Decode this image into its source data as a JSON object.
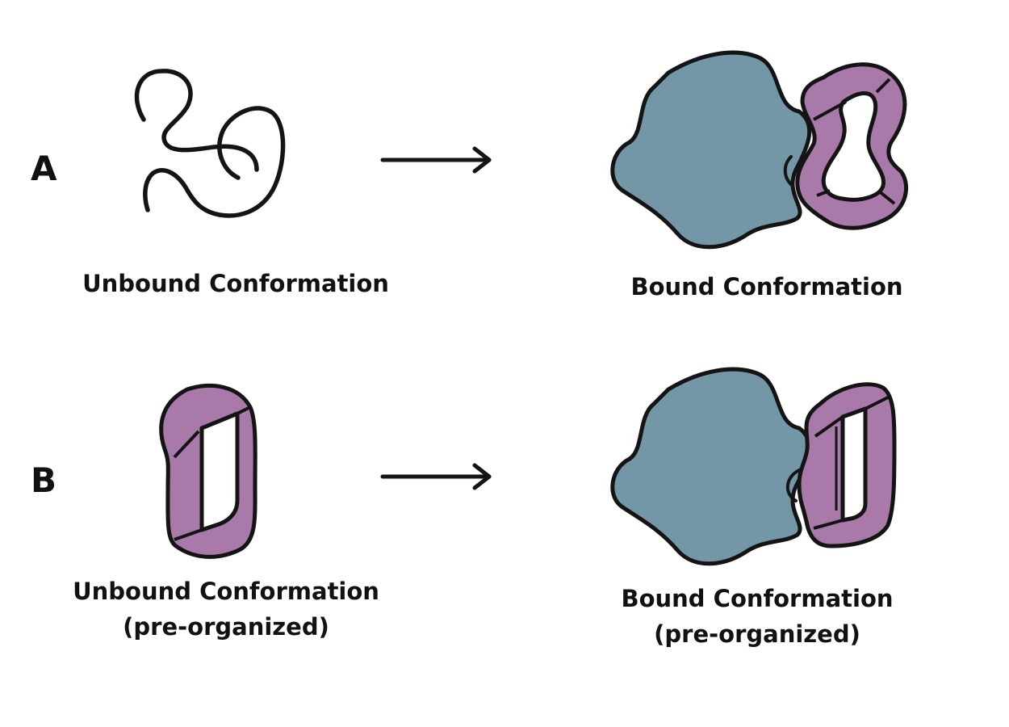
{
  "rows": [
    {
      "letter": "A",
      "unbound_label": "Unbound Conformation",
      "bound_label": "Bound Conformation"
    },
    {
      "letter": "B",
      "unbound_label_line1": "Unbound Conformation",
      "unbound_label_line2": "(pre-organized)",
      "bound_label_line1": "Bound Conformation",
      "bound_label_line2": "(pre-organized)"
    }
  ],
  "colors": {
    "protein": "#7497a7",
    "ligand": "#a97aa9",
    "outline": "#141414",
    "background": "#ffffff"
  },
  "icons": [
    "random-coil-icon",
    "arrow-right-icon",
    "protein-blob-icon",
    "cyclic-peptide-icon"
  ]
}
